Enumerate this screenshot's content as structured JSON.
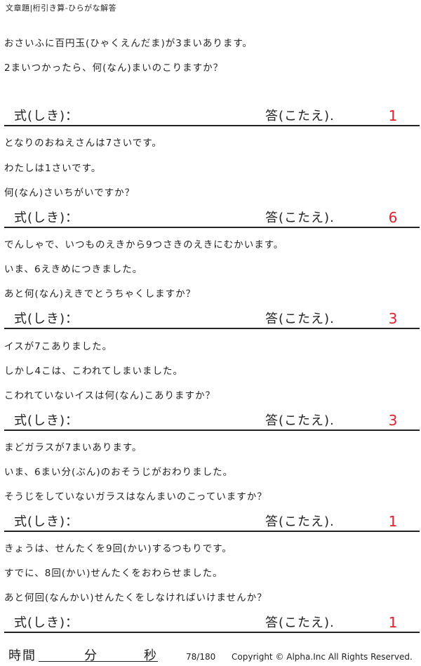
{
  "header": {
    "title": "文章題|桁引き算-ひらがな解答"
  },
  "labels": {
    "shiki": "式(しき)：",
    "kotae": "答(こたえ)."
  },
  "problems": [
    {
      "lines": [
        "おさいふに百円玉(ひゃくえんだま)が3まいあります。",
        "2まいつかったら、何(なん)まいのこりますか？"
      ],
      "answer": "1"
    },
    {
      "lines": [
        "となりのおねえさんは7さいです。",
        "わたしは1さいです。",
        "何(なん)さいちがいですか？"
      ],
      "answer": "6"
    },
    {
      "lines": [
        "でんしゃで、いつものえきから9つさきのえきにむかいます。",
        "いま、6えきめにつきました。",
        "あと何(なん)えきでとうちゃくしますか？"
      ],
      "answer": "3"
    },
    {
      "lines": [
        "イスが7こありました。",
        "しかし4こは、こわれてしまいました。",
        "こわれていないイスは何(なん)こありますか？"
      ],
      "answer": "3"
    },
    {
      "lines": [
        "まどガラスが7まいあります。",
        "いま、6まい分(ぶん)のおそうじがおわりました。",
        "そうじをしていないガラスはなんまいのこっていますか？"
      ],
      "answer": "1"
    },
    {
      "lines": [
        "きょうは、せんたくを9回(かい)するつもりです。",
        "すでに、8回(かい)せんたくをおわらせました。",
        "あと何回(なんかい)せんたくをしなければいけませんか？"
      ],
      "answer": "1"
    }
  ],
  "footer": {
    "time_label": "時間",
    "minutes_label": "分",
    "seconds_label": "秒",
    "page": "78/180",
    "copyright": "Copyright ©  Alpha.Inc All Rights Reserved."
  }
}
